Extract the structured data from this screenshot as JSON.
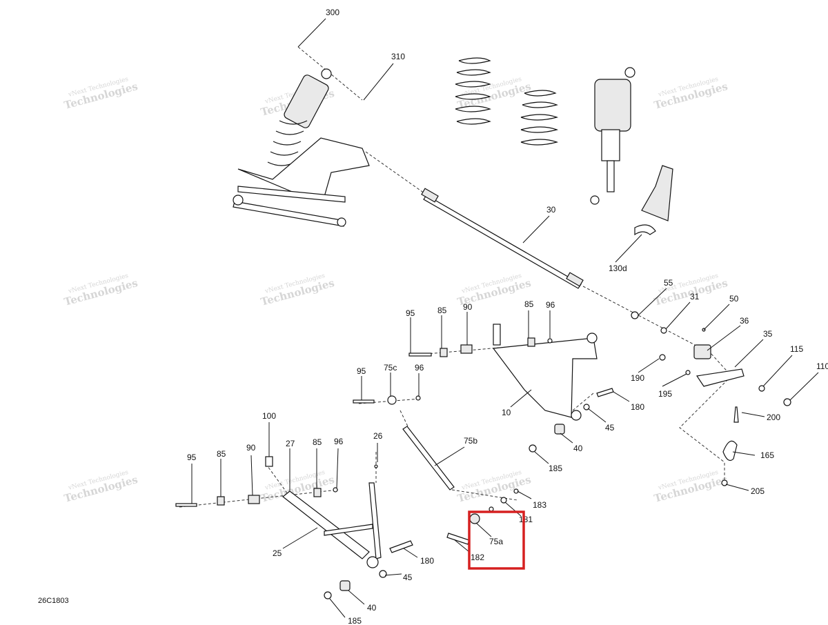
{
  "diagram": {
    "drawing_code": "26C1803",
    "watermark": {
      "line1": "vNext Technologies",
      "line2": "Technologies"
    },
    "callouts": [
      "300",
      "310",
      "30",
      "130d",
      "55",
      "31",
      "50",
      "36",
      "35",
      "115",
      "110",
      "190",
      "195",
      "200",
      "165",
      "205",
      "95",
      "85",
      "90",
      "85",
      "96",
      "95",
      "75c",
      "96",
      "10",
      "180",
      "45",
      "40",
      "185",
      "75b",
      "183",
      "181",
      "75a",
      "182",
      "100",
      "27",
      "85",
      "96",
      "95",
      "85",
      "90",
      "26",
      "25",
      "180",
      "45",
      "40",
      "185"
    ],
    "highlighted_part": "75a",
    "highlight_color": "#d62020"
  }
}
